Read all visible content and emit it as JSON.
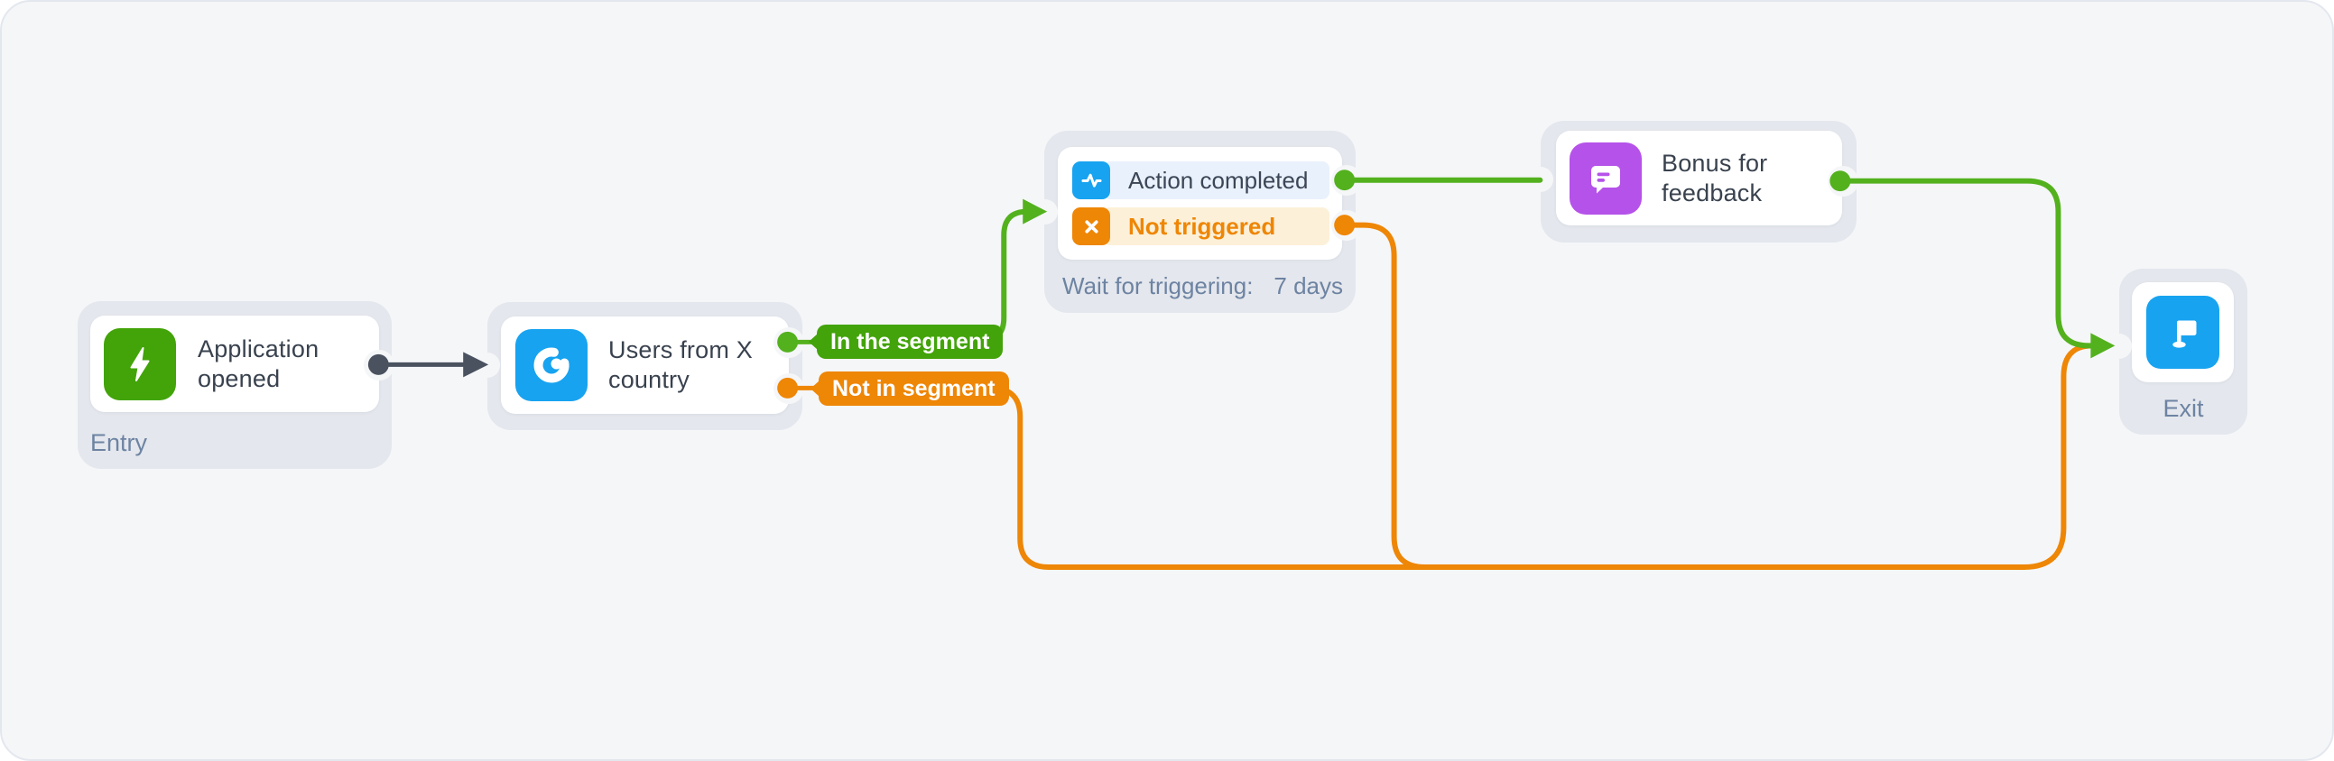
{
  "canvas": {
    "background": "#f5f6f8",
    "node_frame_color": "#e4e7ed"
  },
  "colors": {
    "green_accent": "#43a30a",
    "green_wire": "#53b11e",
    "orange_accent": "#ee8606",
    "blue_accent": "#17a3f0",
    "purple_accent": "#b552e9",
    "dark_wire": "#4a5260",
    "row_bg_blue": "#e9f1fc",
    "row_bg_cream": "#fcf0d8",
    "label_color": "#6d83a2"
  },
  "nodes": {
    "entry": {
      "title": "Application opened",
      "type_label": "Entry",
      "icon": "lightning-icon"
    },
    "segment": {
      "title": "Users from X country",
      "icon": "segment-icon",
      "branch_true": "In the segment",
      "branch_false": "Not in segment"
    },
    "trigger": {
      "event_row": "Action completed",
      "event_icon": "activity-icon",
      "fallback_row": "Not triggered",
      "fallback_icon": "x-icon",
      "wait_label": "Wait for triggering:",
      "wait_value": "7 days"
    },
    "bonus": {
      "title": "Bonus for feedback",
      "icon": "message-icon"
    },
    "exit": {
      "type_label": "Exit",
      "icon": "flag-icon"
    }
  }
}
